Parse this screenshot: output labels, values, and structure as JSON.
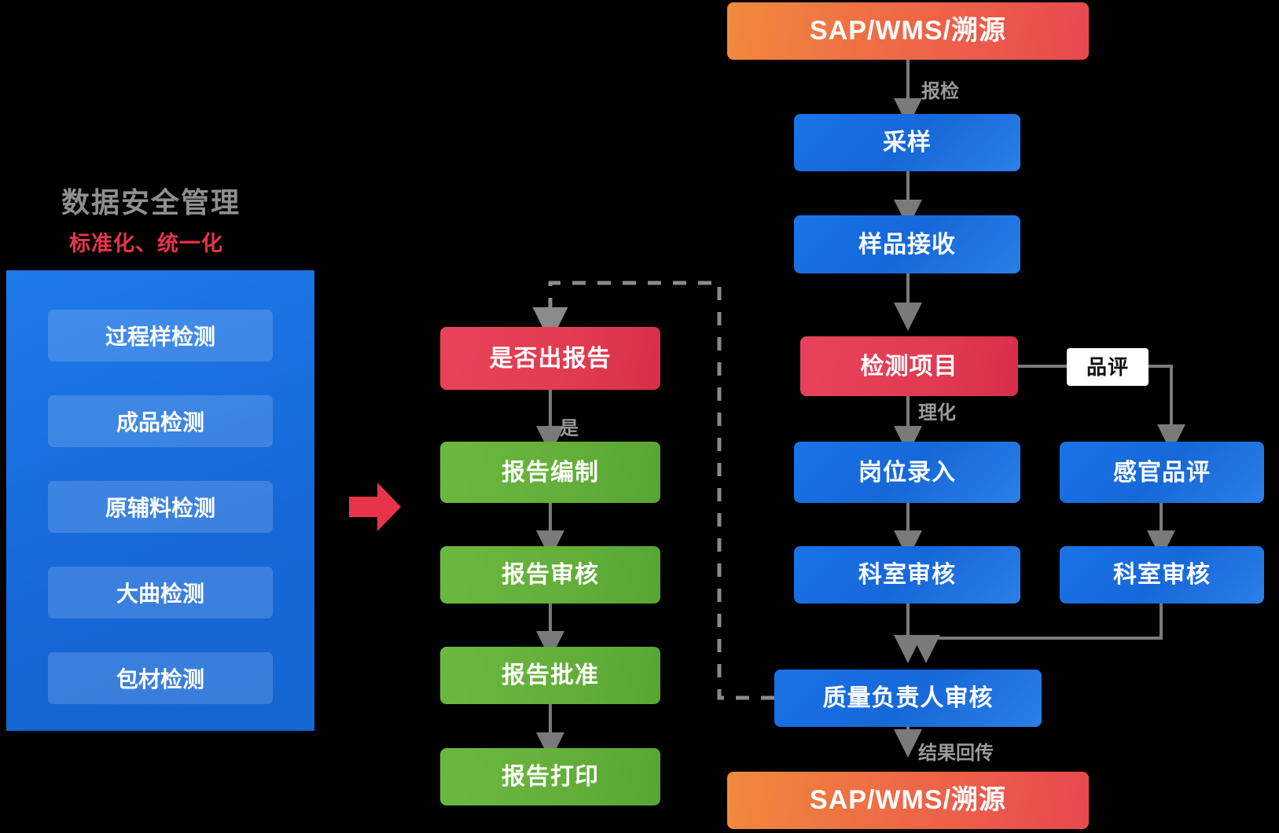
{
  "panel": {
    "title_main": "数据安全管理",
    "title_sub": "标准化、统一化",
    "items": [
      {
        "label": "过程样检测"
      },
      {
        "label": "成品检测"
      },
      {
        "label": "原辅料检测"
      },
      {
        "label": "大曲检测"
      },
      {
        "label": "包材检测"
      }
    ]
  },
  "report_flow": {
    "decision": "是否出报告",
    "yes_label": "是",
    "steps": [
      {
        "label": "报告编制"
      },
      {
        "label": "报告审核"
      },
      {
        "label": "报告批准"
      },
      {
        "label": "报告打印"
      }
    ]
  },
  "main_flow": {
    "source": "SAP/WMS/溯源",
    "edge_report": "报检",
    "sampling": "采样",
    "sample_receive": "样品接收",
    "test_items": "检测项目",
    "edge_physchem": "理化",
    "tasting_label": "品评",
    "post_entry": "岗位录入",
    "dept_review_left": "科室审核",
    "sensory_eval": "感官品评",
    "dept_review_right": "科室审核",
    "quality_manager_review": "质量负责人审核",
    "edge_result_back": "结果回传",
    "target": "SAP/WMS/溯源"
  },
  "colors": {
    "blue": "#1a73e8",
    "orange": "#ee6b46",
    "red": "#e23b50",
    "green": "#62ae39",
    "panel_blue": "#1668d8",
    "accent_red": "#e8344a",
    "gray_text": "#8f8f8f",
    "wire": "#7a7a7a"
  }
}
